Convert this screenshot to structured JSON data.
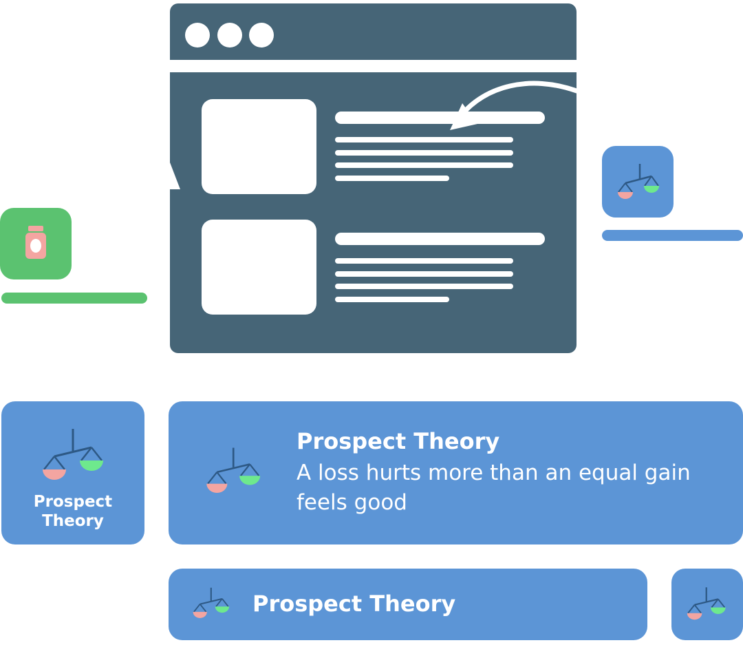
{
  "colors": {
    "window": "#466577",
    "card_blue": "#5c95d6",
    "green": "#5bc270",
    "loss_pan": "#f4a5a1",
    "gain_pan": "#6ee98d",
    "scale_line": "#2d5884"
  },
  "icons": {
    "jar": "jar-icon",
    "scale": "balance-scale-icon",
    "arrow": "curved-arrow-icon"
  },
  "square_card": {
    "label_line1": "Prospect",
    "label_line2": "Theory"
  },
  "wide_card": {
    "title": "Prospect Theory",
    "description_line1": "A loss hurts more than an equal gain",
    "description_line2": "feels good"
  },
  "pill_card": {
    "title": "Prospect Theory"
  }
}
